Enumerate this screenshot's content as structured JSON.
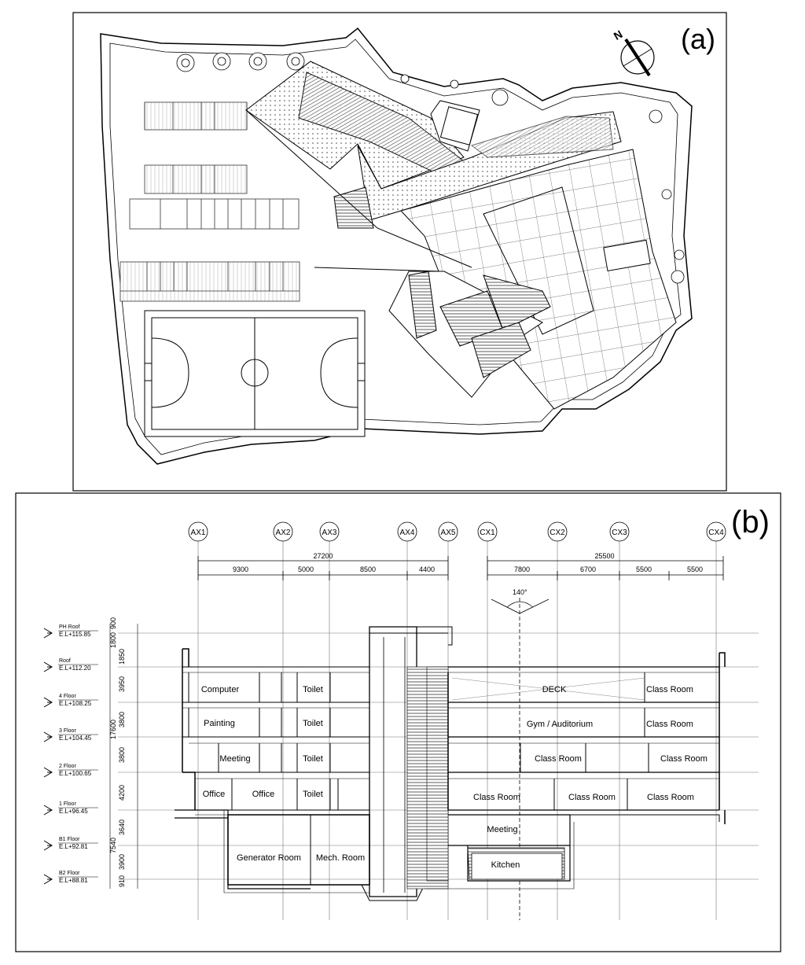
{
  "panel_a": {
    "label": "(a)",
    "north_letter": "N"
  },
  "panel_b": {
    "label": "(b)",
    "axes": [
      "AX1",
      "AX2",
      "AX3",
      "AX4",
      "AX5",
      "CX1",
      "CX2",
      "CX3",
      "CX4"
    ],
    "total_left": "27200",
    "total_right": "25500",
    "dims_left": [
      "9300",
      "5000",
      "8500",
      "4400"
    ],
    "dims_right": [
      "7800",
      "6700",
      "5500",
      "5500"
    ],
    "angle": "140°",
    "levels": [
      {
        "name": "PH Roof",
        "el": "E.L+115.85"
      },
      {
        "name": "Roof",
        "el": "E.L+112.20"
      },
      {
        "name": "4 Floor",
        "el": "E.L+108.25"
      },
      {
        "name": "3 Floor",
        "el": "E.L+104.45"
      },
      {
        "name": "2 Floor",
        "el": "E.L+100.65"
      },
      {
        "name": "1 Floor",
        "el": "E.L+96.45"
      },
      {
        "name": "B1 Floor",
        "el": "E.L+92.81"
      },
      {
        "name": "B2 Floor",
        "el": "E.L+88.81"
      }
    ],
    "vdims": [
      "900",
      "1800",
      "1850",
      "3950",
      "3800",
      "3800",
      "4200",
      "3640",
      "3900",
      "910"
    ],
    "vtotals": [
      "17600",
      "7540"
    ],
    "rooms": {
      "computer": "Computer",
      "painting": "Painting",
      "meeting_left": "Meeting",
      "office1": "Office",
      "office2": "Office",
      "toilet4": "Toilet",
      "toilet3": "Toilet",
      "toilet2": "Toilet",
      "toilet1": "Toilet",
      "generator": "Generator Room",
      "mech": "Mech. Room",
      "deck": "DECK",
      "gym": "Gym / Auditorium",
      "class4": "Class Room",
      "class3": "Class Room",
      "class2a": "Class Room",
      "class2b": "Class Room",
      "class1a": "Class Room",
      "class1b": "Class Room",
      "class1c": "Class Room",
      "meeting_b1": "Meeting",
      "kitchen": "Kitchen"
    }
  }
}
